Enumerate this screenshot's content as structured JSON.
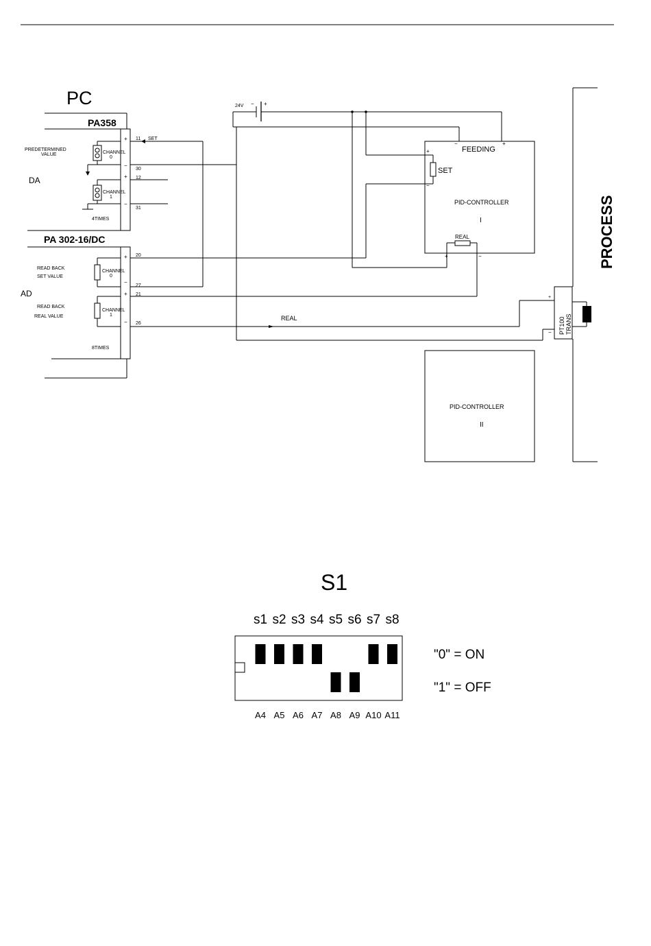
{
  "pc_label": "PC",
  "da_label": "DA",
  "ad_label": "AD",
  "process_label": "PROCESS",
  "pa358": {
    "title": "PA358",
    "pin_set": "11",
    "set_label": "SET",
    "pin_30": "30",
    "pin_12": "12",
    "pin_31": "31",
    "predetermined_1": "PREDETERMINED",
    "predetermined_2": "VALUE",
    "channel_0_label": "CHANNEL",
    "channel_0_num": "0",
    "channel_1_label": "CHANNEL",
    "channel_1_num": "1",
    "times": "4TIMES"
  },
  "pa302": {
    "title": "PA 302-16/DC",
    "pin_20": "20",
    "pin_27": "27",
    "pin_21": "21",
    "pin_26": "26",
    "readback_set_1": "READ BACK",
    "readback_set_2": "SET VALUE",
    "readback_real_1": "READ BACK",
    "readback_real_2": "REAL VALUE",
    "channel_0_label": "CHANNEL",
    "channel_0_num": "0",
    "channel_1_label": "CHANNEL",
    "channel_1_num": "1",
    "times": "8TIMES"
  },
  "power": {
    "label": "24V"
  },
  "pid1": {
    "title": "PID-CONTROLLER",
    "num": "I",
    "feeding": "FEEDING",
    "set": "SET",
    "real": "REAL"
  },
  "pid2": {
    "title": "PID-CONTROLLER",
    "num": "II"
  },
  "trans": {
    "line1": "PT100",
    "line2": "TRANS"
  },
  "real_wire_label": "REAL",
  "switch": {
    "title": "S1",
    "top_labels": [
      "s1",
      "s2",
      "s3",
      "s4",
      "s5",
      "s6",
      "s7",
      "s8"
    ],
    "bottom_labels": [
      "A4",
      "A5",
      "A6",
      "A7",
      "A8",
      "A9",
      "A10",
      "A11"
    ],
    "states": [
      0,
      0,
      0,
      0,
      1,
      1,
      0,
      0
    ],
    "legend_on": "\"0\" = ON",
    "legend_off": "\"1\" = OFF"
  }
}
